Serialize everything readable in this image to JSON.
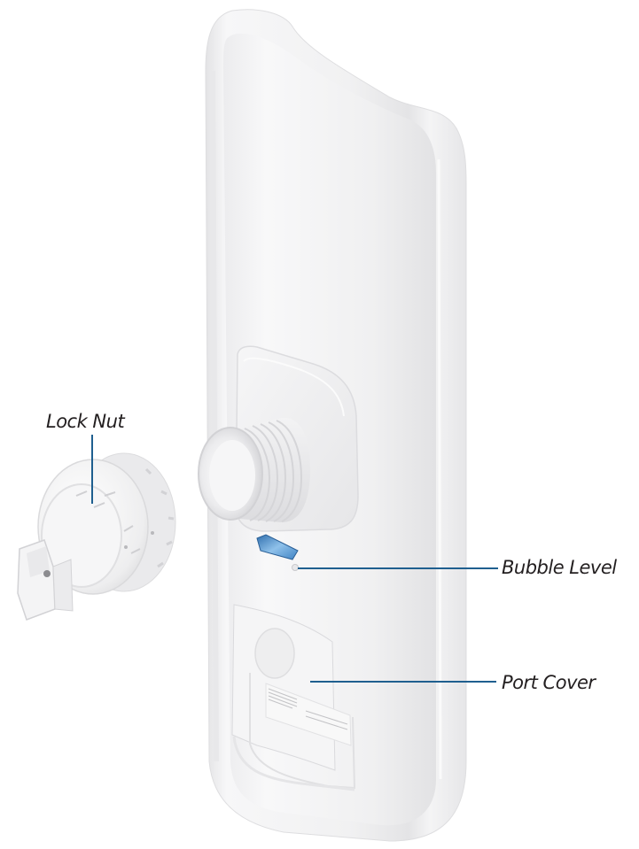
{
  "figure": {
    "subject": "Outdoor wireless device, rear view with mounting connector",
    "callouts": [
      {
        "id": "lock-nut",
        "label": "Lock Nut"
      },
      {
        "id": "bubble-level",
        "label": "Bubble Level"
      },
      {
        "id": "port-cover",
        "label": "Port Cover"
      }
    ],
    "colors": {
      "leader_line": "#1f5f8f",
      "label_text": "#231f20",
      "device_body": "#f2f2f3",
      "bubble_level": "#4a90cf"
    }
  }
}
